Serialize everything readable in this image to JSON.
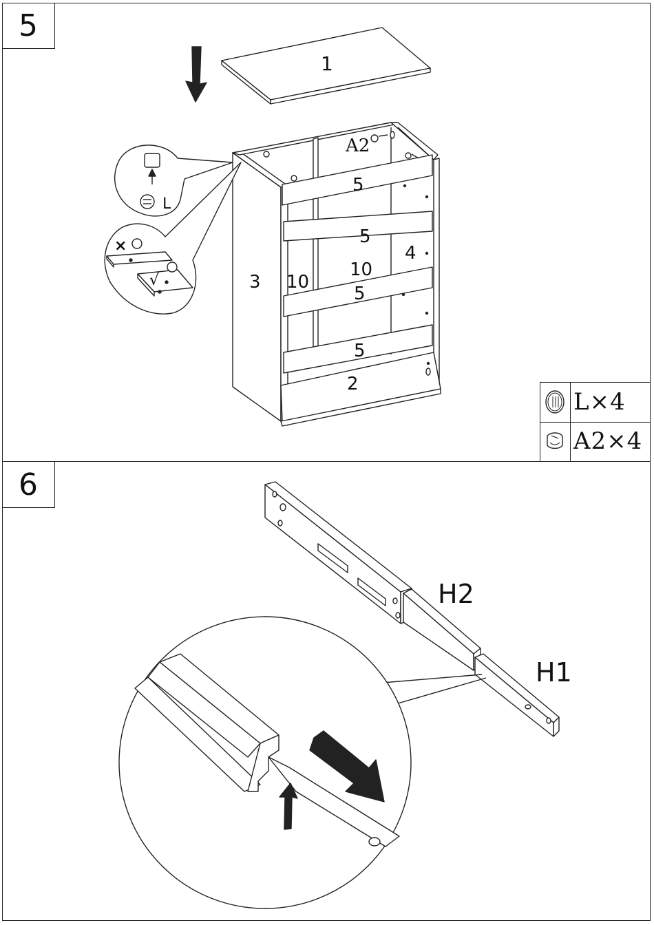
{
  "steps": [
    {
      "number": "5",
      "parts": {
        "top_panel": "1",
        "bottom_panel": "2",
        "left_side": "3",
        "back_panel": "4",
        "rails": [
          "5",
          "5",
          "5",
          "5"
        ],
        "dividers": [
          "10",
          "10"
        ],
        "cam_label": "A2"
      },
      "detail": {
        "dowel_label": "L"
      },
      "hardware": [
        {
          "icon": "dowel-icon",
          "text": "L×4"
        },
        {
          "icon": "cam-lock-icon",
          "text": "A2×4"
        }
      ]
    },
    {
      "number": "6",
      "parts": {
        "outer_rail": "H2",
        "inner_rail": "H1"
      }
    }
  ]
}
